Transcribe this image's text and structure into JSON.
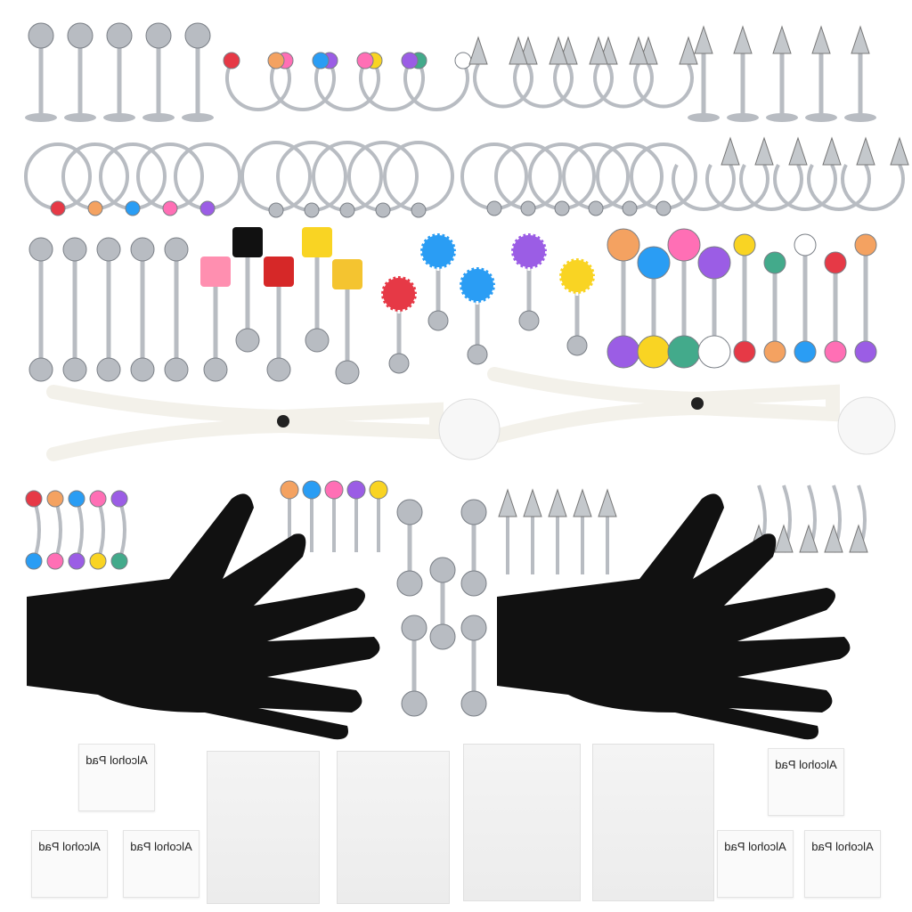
{
  "product": {
    "alcohol_pad_label": "Alcohol Pad",
    "alcohol_pad_count": 6,
    "needle_pack_count": 4,
    "glove_color": "#111111",
    "clamp_color": "#f3f1ea",
    "metal_color": "#b8bcc2",
    "accent_colors": [
      "#e63946",
      "#f4a261",
      "#2a9df4",
      "#ff6fb5",
      "#9b5de5",
      "#f9d423",
      "#43aa8b",
      "#ffffff"
    ]
  }
}
